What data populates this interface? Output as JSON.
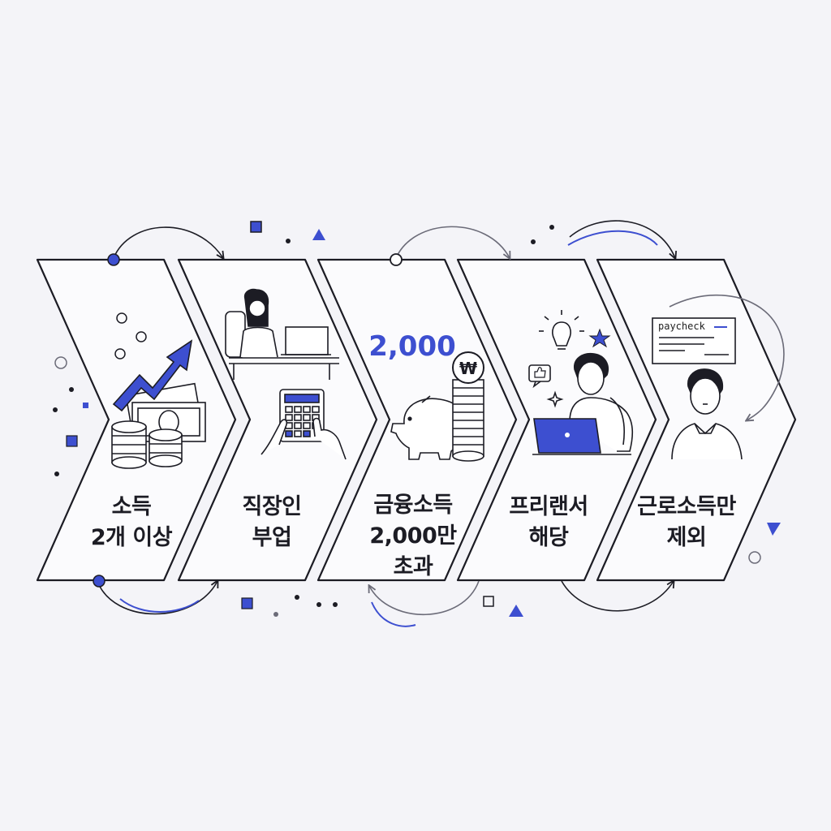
{
  "steps": [
    {
      "id": "multi-income",
      "lines": [
        "소득",
        "2개 이상"
      ]
    },
    {
      "id": "side-job",
      "lines": [
        "직장인",
        "부업"
      ]
    },
    {
      "id": "financial-income",
      "lines": [
        "금융소득",
        "2,000만",
        "초과"
      ]
    },
    {
      "id": "freelancer",
      "lines": [
        "프리랜서",
        "해당"
      ]
    },
    {
      "id": "wage-only-excluded",
      "lines": [
        "근로소득만",
        "제외"
      ]
    }
  ],
  "figure_text": {
    "amount": "2,000",
    "won_symbol": "₩",
    "paycheck": "paycheck"
  },
  "icons": [
    "trend-arrow-icon",
    "banknote-icon",
    "coin-stack-icon",
    "office-worker-icon",
    "calculator-icon",
    "piggy-bank-icon",
    "won-coin-icon",
    "lightbulb-icon",
    "star-icon",
    "thumbs-up-icon",
    "sparkle-icon",
    "laptop-icon",
    "paycheck-icon",
    "person-icon",
    "cycle-arrow-icon"
  ],
  "colors": {
    "background": "#f4f4f8",
    "stroke": "#1c1c24",
    "accent": "#3d4fd0",
    "muted": "#6b6b78"
  }
}
